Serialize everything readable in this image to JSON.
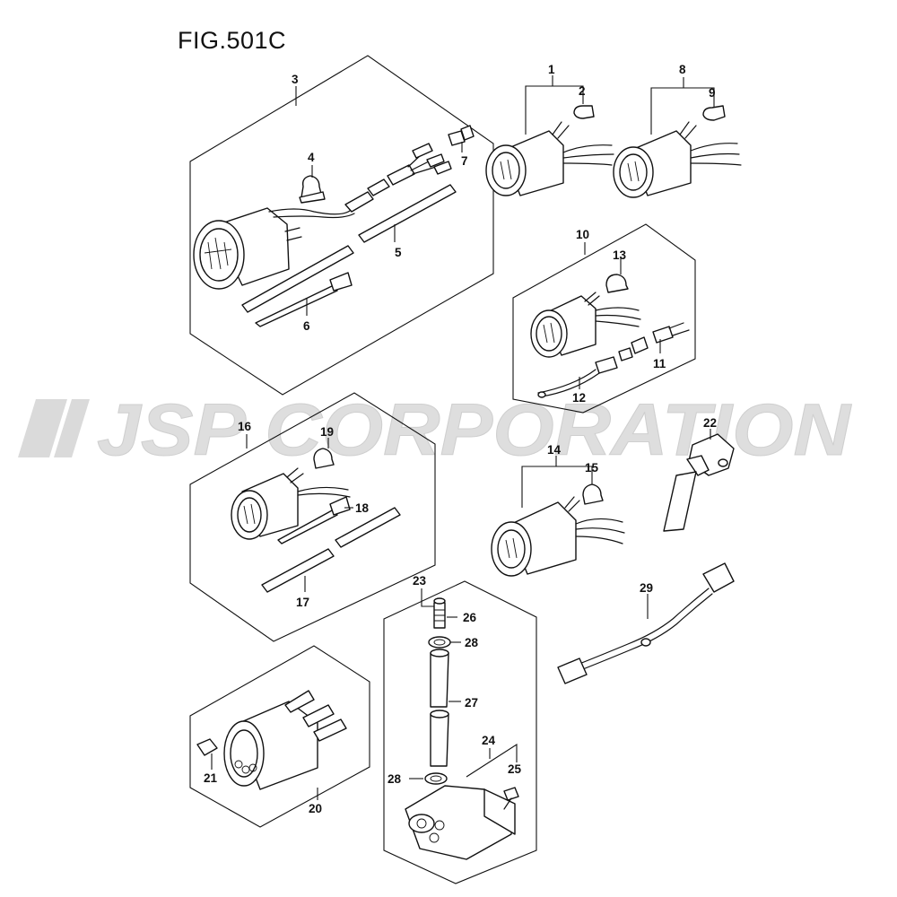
{
  "figure": {
    "title": "FIG.501C"
  },
  "watermark": {
    "text": "JSP CORPORATION",
    "color": "#d9d9d9"
  },
  "callouts": {
    "c1": "1",
    "c2": "2",
    "c3": "3",
    "c4": "4",
    "c5": "5",
    "c6": "6",
    "c7": "7",
    "c8": "8",
    "c9": "9",
    "c10": "10",
    "c11": "11",
    "c12": "12",
    "c13": "13",
    "c14": "14",
    "c15": "15",
    "c16": "16",
    "c17": "17",
    "c18": "18",
    "c19": "19",
    "c20": "20",
    "c21": "21",
    "c22": "22",
    "c23": "23",
    "c24": "24",
    "c25": "25",
    "c26": "26",
    "c27": "27",
    "c28a": "28",
    "c28b": "28",
    "c29": "29"
  }
}
